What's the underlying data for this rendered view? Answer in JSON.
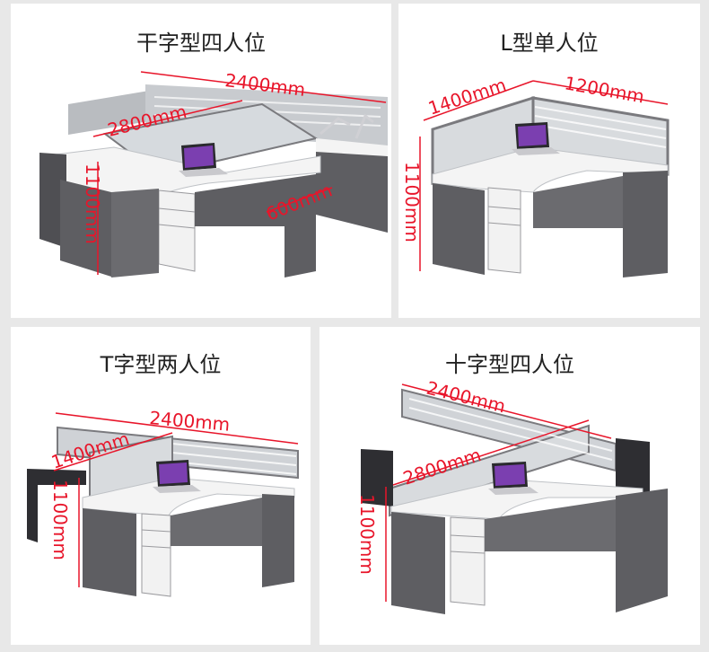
{
  "panels": [
    {
      "title": "干字型四人位",
      "dims": {
        "width": "2400mm",
        "depth": "2800mm",
        "height": "1100mm",
        "wing": "600mm"
      }
    },
    {
      "title": "L型单人位",
      "dims": {
        "left": "1400mm",
        "right": "1200mm",
        "height": "1100mm"
      }
    },
    {
      "title": "T字型两人位",
      "dims": {
        "width": "2400mm",
        "depth": "1400mm",
        "height": "1100mm"
      }
    },
    {
      "title": "十字型四人位",
      "dims": {
        "width": "2400mm",
        "depth": "2800mm",
        "height": "1100mm"
      }
    }
  ],
  "colors": {
    "dimension": "#e8152a",
    "desk_top": "#f4f4f4",
    "cabinet": "#5e5e62",
    "partition_frame": "#7a7a7e",
    "partition_glass": "#d9dde0",
    "pedestal_front": "#f2f2f2"
  }
}
